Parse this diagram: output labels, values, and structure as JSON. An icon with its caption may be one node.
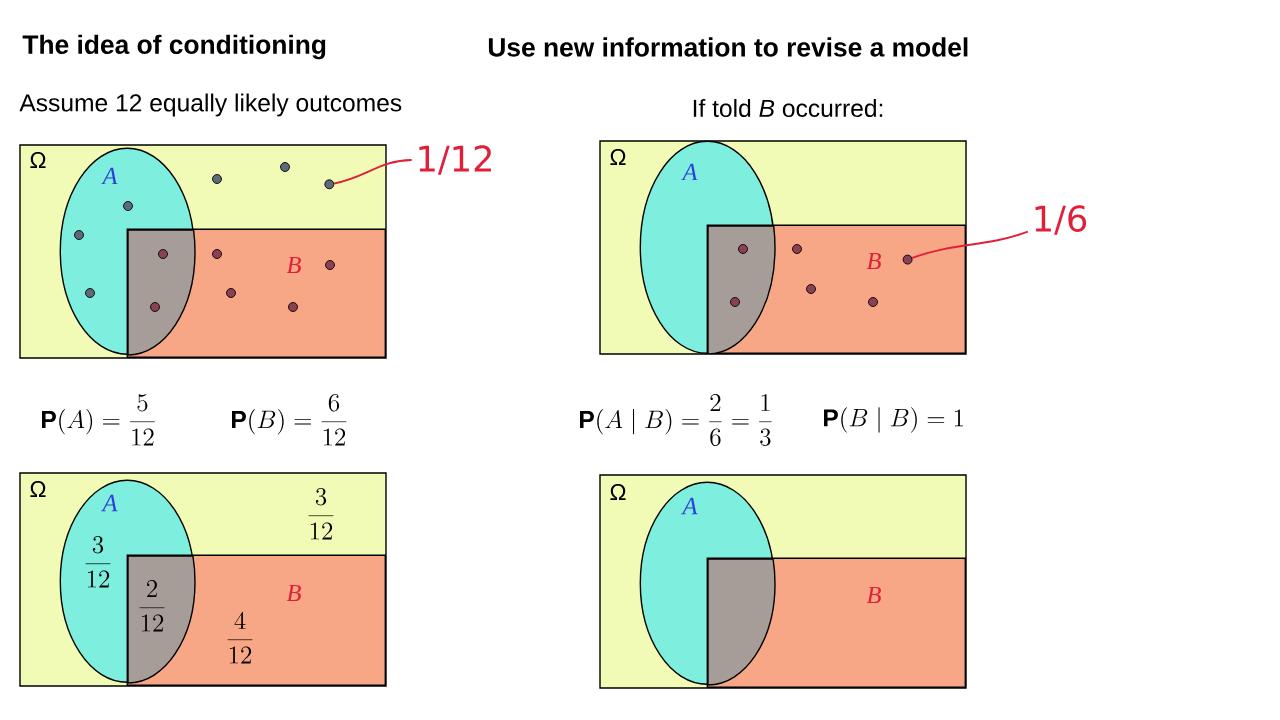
{
  "diagram": {
    "title": "The idea of conditioning",
    "nodes": [
      {
        "text": [
          "Ω"
        ]
      },
      {
        "text": [
          "A"
        ],
        "in": 0
      },
      {
        "text": [
          "B"
        ],
        "in": 0
      },
      {
        "text": [],
        "shape": "circle",
        "in": 0
      },
      {
        "text": [
          "1/12"
        ]
      },
      {
        "text": [
          "Ω"
        ]
      },
      {
        "text": [
          "A"
        ],
        "in": 5
      },
      {
        "text": [
          "B"
        ],
        "in": 5
      },
      {
        "text": [],
        "shape": "circle",
        "in": 7
      },
      {
        "text": [
          "1/6"
        ]
      },
      {
        "text": [
          "Ω"
        ]
      },
      {
        "text": [
          "A"
        ],
        "in": 10
      },
      {
        "text": [
          "B"
        ],
        "in": 10
      },
      {
        "text": [
          "Ω"
        ]
      },
      {
        "text": [
          "A"
        ],
        "in": 13
      },
      {
        "text": [
          "B"
        ],
        "in": 13
      }
    ],
    "edges": [
      {
        "from": 4,
        "to": 3,
        "arrow": "none"
      },
      {
        "from": 9,
        "to": 8,
        "arrow": "none"
      }
    ],
    "labels": [
      "Use new information to revise a model",
      "Assume 12 equally likely outcomes",
      "If told *B* occurred:",
      "\\mathbf{P}(A)=\\frac{5}{12}",
      "\\mathbf{P}(B)=\\frac{6}{12}",
      "\\mathbf{P}(A\\mid B)=\\frac{2}{6}=\\frac{1}{3}",
      "\\mathbf{P}(B\\mid B)=1",
      "\\frac{3}{12}",
      "\\frac{2}{12}",
      "\\frac{4}{12}",
      "\\frac{3}{12}"
    ]
  }
}
